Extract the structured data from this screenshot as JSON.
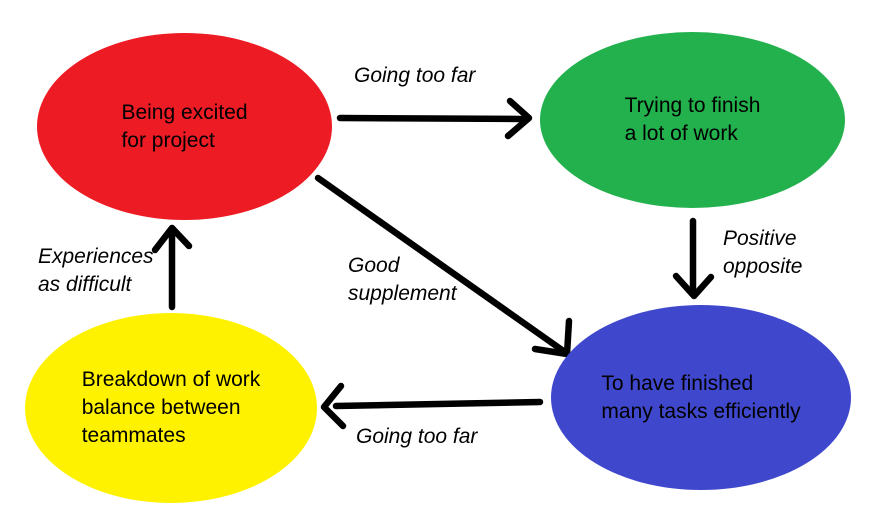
{
  "colors": {
    "background": "#ffffff",
    "ink": "#000000"
  },
  "nodes": {
    "excited": {
      "label": "Being excited\nfor project",
      "color": "#ED1C24"
    },
    "trying": {
      "label": "Trying to finish\na lot of work",
      "color": "#22B14C"
    },
    "finished": {
      "label": "To have finished\nmany tasks efficiently",
      "color": "#3F48CC"
    },
    "breakdown": {
      "label": "Breakdown of work\nbalance between\nteammates",
      "color": "#FFF200"
    }
  },
  "edges": {
    "excited_to_trying": {
      "label": "Going too far"
    },
    "trying_to_finished": {
      "label": "Positive\nopposite"
    },
    "excited_to_finished": {
      "label": "Good\nsupplement"
    },
    "finished_to_breakdown": {
      "label": "Going too far"
    },
    "breakdown_to_excited": {
      "label": "Experiences\nas difficult"
    }
  }
}
